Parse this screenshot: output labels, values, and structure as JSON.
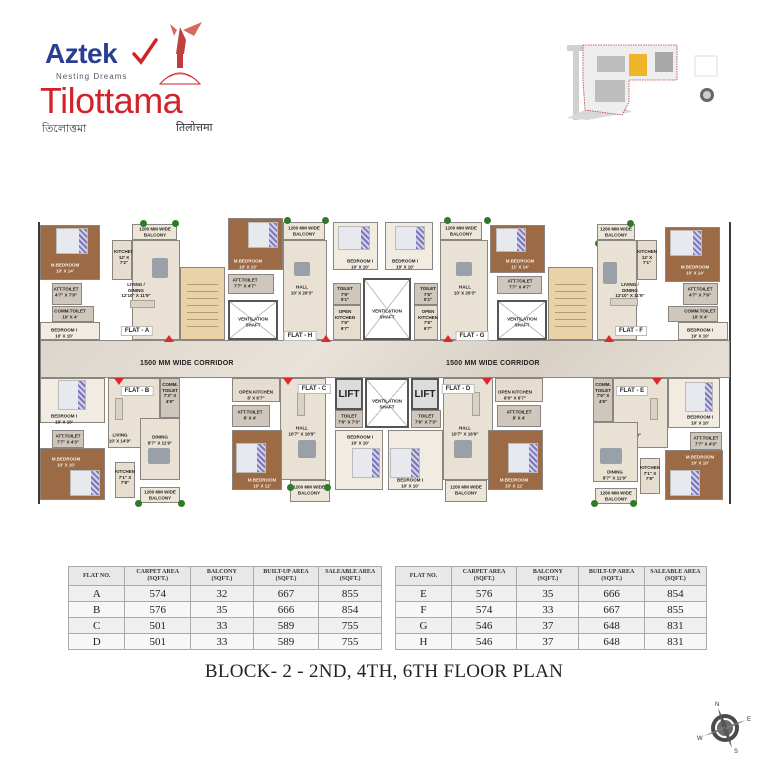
{
  "branding": {
    "company": "Aztek",
    "tagline": "Nesting Dreams",
    "project": "Tilottama",
    "project_bengali": "তিলোত্তমা",
    "project_hindi": "तिलोत्तमा",
    "brand_blue": "#2a3f8f",
    "brand_red": "#d2232a"
  },
  "key_plan": {
    "highlight_color": "#f0b429"
  },
  "floor_plan": {
    "corridor_label_left": "1500 MM WIDE CORRIDOR",
    "corridor_label_right": "1500 MM WIDE CORRIDOR",
    "lift_label": "LIFT",
    "flats": {
      "A": {
        "label": "FLAT - A",
        "rooms": {
          "m_bedroom": "M.BEDROOM\n10' X 14'",
          "kitchen": "KITCHEN\n12' X\n7'2\"",
          "balcony": "1200 MM WIDE\nBALCONY",
          "living_dining": "LIVING /\nDINING\n12'10\" X 11'9\"",
          "att_toilet": "ATT.TOILET\n4'7\" X 7'9\"",
          "comm_toilet": "COMM.TOILET\n10' X 4'",
          "bedroom_1": "BEDROOM I\n10' X 10'"
        }
      },
      "B": {
        "label": "FLAT - B",
        "rooms": {
          "bedroom_1": "BEDROOM I\n10' X 10'",
          "comm_toilet": "COMM.\nTOILET\n7'3\" X\n4'9\"",
          "living": "LIVING\n10' X 14'9\"",
          "dining": "DINING\n8'7\" X 11'9\"",
          "att_toilet": "ATT.TOILET\n7'7\" X 4'3\"",
          "m_bedroom": "M.BEDROOM\n10' X 10'",
          "kitchen": "KITCHEN\n7'1\" X\n7'8\"",
          "balcony": "1200 MM WIDE\nBALCONY"
        }
      },
      "C": {
        "label": "FLAT - C",
        "rooms": {
          "open_kitchen": "OPEN KITCHEN\n8' X 6'7\"",
          "att_toilet": "ATT.TOILET\n8' X 4'",
          "hall": "HALL\n10'7\" X 16'9\"",
          "toilet": "TOILET\n7'6\" X 7'3\"",
          "bedroom_1": "BEDROOM I\n10' X 10'",
          "m_bedroom": "M.BEDROOM\n10' X 12'",
          "balcony": "1200 MM WIDE\nBALCONY"
        }
      },
      "D": {
        "label": "FLAT - D",
        "rooms": {
          "toilet": "TOILET\n7'6\" X 7'3\"",
          "hall": "HALL\n10'7\" X 16'9\"",
          "open_kitchen": "OPEN KITCHEN\n8'0\" X 6'7\"",
          "att_toilet": "ATT.TOILET\n8' X 4'",
          "bedroom_1": "BEDROOM I\n10' X 10'",
          "m_bedroom": "M.BEDROOM\n10' X 12'",
          "balcony": "1200 MM WIDE\nBALCONY"
        }
      },
      "E": {
        "label": "FLAT - E",
        "rooms": {
          "comm_toilet": "COMM.\nTOILET\n7'6\" X\n4'9\"",
          "living": "LIVING\n10' X 14'9\"",
          "bedroom_1": "BEDROOM I\n10' X 10'",
          "att_toilet": "ATT.TOILET\n7'7\" X 4'3\"",
          "m_bedroom": "M.BEDROOM\n10' X 10'",
          "dining": "DINING\n8'7\" X 11'9\"",
          "kitchen": "KITCHEN\n7'1\" X\n7'8\"",
          "balcony": "1200 MM WIDE\nBALCONY"
        }
      },
      "F": {
        "label": "FLAT - F",
        "rooms": {
          "balcony": "1200 MM WIDE\nBALCONY",
          "kitchen": "KITCHEN\n12' X\n7'1\"",
          "m_bedroom": "M.BEDROOM\n10' X 14'",
          "living_dining": "LIVING /\nDINING\n12'10\" X 11'9\"",
          "att_toilet": "ATT.TOILET\n4'7\" X 7'9\"",
          "comm_toilet": "COMM.TOILET\n10' X 4'",
          "bedroom_1": "BEDROOM I\n10' X 10'"
        }
      },
      "G": {
        "label": "FLAT - G",
        "rooms": {
          "bedroom_1": "BEDROOM I\n10' X 10'",
          "balcony": "1200 MM WIDE\nBALCONY",
          "m_bedroom": "M.BEDROOM\n11' X 14'",
          "hall": "HALL\n10' X 20'3\"",
          "toilet": "TOILET\n7'6\"\n5'1\"",
          "att_toilet": "ATT.TOILET\n7'7\" X 4'7\"",
          "open_kitchen": "OPEN\nKITCHEN\n7'6\"\n6'7\"",
          "ventilation_shaft": "VENTILATION\nSHAFT"
        }
      },
      "H": {
        "label": "FLAT - H",
        "rooms": {
          "m_bedroom": "M.BEDROOM\n10' X 13'",
          "balcony": "1200 MM WIDE\nBALCONY",
          "bedroom_1": "BEDROOM I\n10' X 10'",
          "att_toilet": "ATT.TOILET\n7'7\" X 4'7\"",
          "hall": "HALL\n10' X 20'3\"",
          "toilet": "TOILET\n7'6\"\n5'1\"",
          "open_kitchen": "OPEN\nKITCHEN\n7'6\"\n6'7\"",
          "ventilation_shaft": "VENTILATION\nSHAFT"
        }
      }
    },
    "center_shaft_top": "VENTILATION\nSHAFT",
    "center_shaft_bottom": "VENTILATION\nSHAFT"
  },
  "area_tables": {
    "headers": [
      "FLAT NO.",
      "CARPET AREA\n(SQFT.)",
      "BALCONY\n(SQFT.)",
      "BUILT-UP AREA\n(SQFT.)",
      "SALEABLE AREA\n(SQFT.)"
    ],
    "left": [
      {
        "flat": "A",
        "carpet": "574",
        "balcony": "32",
        "built_up": "667",
        "saleable": "855"
      },
      {
        "flat": "B",
        "carpet": "576",
        "balcony": "35",
        "built_up": "666",
        "saleable": "854"
      },
      {
        "flat": "C",
        "carpet": "501",
        "balcony": "33",
        "built_up": "589",
        "saleable": "755"
      },
      {
        "flat": "D",
        "carpet": "501",
        "balcony": "33",
        "built_up": "589",
        "saleable": "755"
      }
    ],
    "right": [
      {
        "flat": "E",
        "carpet": "576",
        "balcony": "35",
        "built_up": "666",
        "saleable": "854"
      },
      {
        "flat": "F",
        "carpet": "574",
        "balcony": "33",
        "built_up": "667",
        "saleable": "855"
      },
      {
        "flat": "G",
        "carpet": "546",
        "balcony": "37",
        "built_up": "648",
        "saleable": "831"
      },
      {
        "flat": "H",
        "carpet": "546",
        "balcony": "37",
        "built_up": "648",
        "saleable": "831"
      }
    ]
  },
  "title": "BLOCK- 2  -  2ND, 4TH, 6TH FLOOR PLAN",
  "compass": {
    "n": "N",
    "e": "E",
    "s": "S",
    "w": "W"
  }
}
